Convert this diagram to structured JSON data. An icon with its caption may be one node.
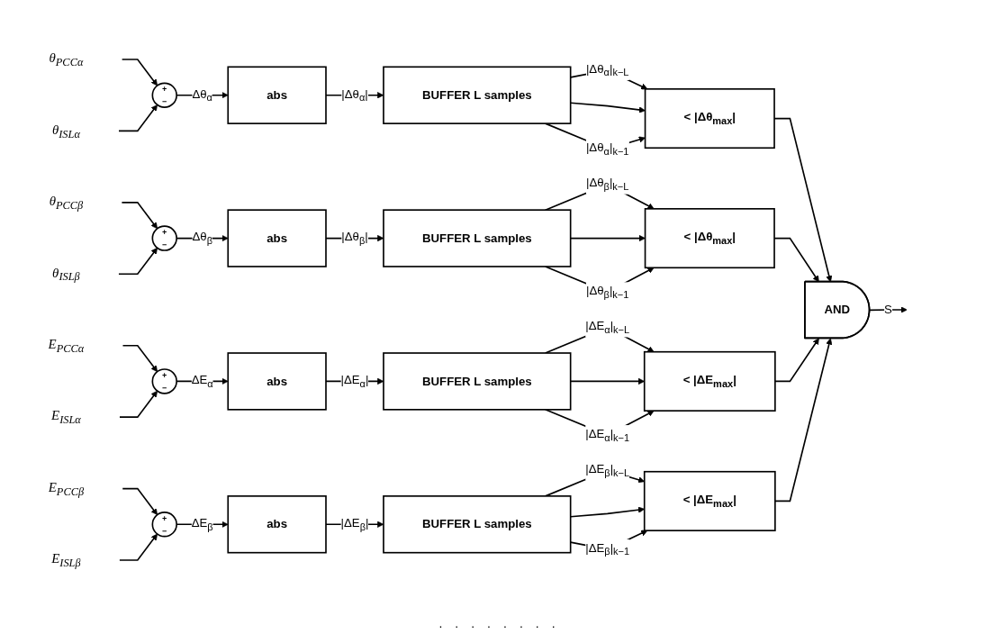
{
  "diagram": {
    "nodes": [
      {
        "text": [
          "θ$_{PCCα}$"
        ]
      },
      {
        "text": [
          "θ$_{ISLα}$"
        ]
      },
      {
        "text": [
          "+",
          "−"
        ]
      },
      {
        "text": [
          "abs"
        ]
      },
      {
        "text": [
          "BUFFER L samples"
        ]
      },
      {
        "text": [
          "< |Δθ$_{max}$|"
        ]
      },
      {
        "text": [
          "θ$_{PCCβ}$"
        ]
      },
      {
        "text": [
          "θ$_{ISLβ}$"
        ]
      },
      {
        "text": [
          "+",
          "−"
        ]
      },
      {
        "text": [
          "abs"
        ]
      },
      {
        "text": [
          "BUFFER L samples"
        ]
      },
      {
        "text": [
          "< |Δθ$_{max}$|"
        ]
      },
      {
        "text": [
          "E$_{PCCα}$"
        ]
      },
      {
        "text": [
          "E$_{ISLα}$"
        ]
      },
      {
        "text": [
          "+",
          "−"
        ]
      },
      {
        "text": [
          "abs"
        ]
      },
      {
        "text": [
          "BUFFER L samples"
        ]
      },
      {
        "text": [
          "< |ΔE$_{max}$|"
        ]
      },
      {
        "text": [
          "E$_{PCCβ}$"
        ]
      },
      {
        "text": [
          "E$_{ISLβ}$"
        ]
      },
      {
        "text": [
          "+",
          "−"
        ]
      },
      {
        "text": [
          "abs"
        ]
      },
      {
        "text": [
          "BUFFER L samples"
        ]
      },
      {
        "text": [
          "< |ΔE$_{max}$|"
        ]
      },
      {
        "text": [
          "AND"
        ]
      }
    ],
    "edges": [
      {
        "from": 0,
        "to": 2,
        "arrow": "to"
      },
      {
        "from": 1,
        "to": 2,
        "arrow": "to"
      },
      {
        "from": 2,
        "to": 3,
        "arrow": "to",
        "label": "Δθ$_{α}$"
      },
      {
        "from": 3,
        "to": 4,
        "arrow": "to",
        "label": "|Δθ$_{α}$|"
      },
      {
        "from": 4,
        "to": 5,
        "arrow": "to",
        "label": "|Δθ$_{α}$|$_{k−L}$"
      },
      {
        "from": 4,
        "to": 5,
        "arrow": "to"
      },
      {
        "from": 4,
        "to": 5,
        "arrow": "to",
        "label": "|Δθ$_{α}$|$_{k−1}$"
      },
      {
        "from": 5,
        "to": 24,
        "arrow": "to"
      },
      {
        "from": 6,
        "to": 8,
        "arrow": "to"
      },
      {
        "from": 7,
        "to": 8,
        "arrow": "to"
      },
      {
        "from": 8,
        "to": 9,
        "arrow": "to",
        "label": "Δθ$_{β}$"
      },
      {
        "from": 9,
        "to": 10,
        "arrow": "to",
        "label": "|Δθ$_{β}$|"
      },
      {
        "from": 10,
        "to": 11,
        "arrow": "to",
        "label": "|Δθ$_{β}$|$_{k−L}$"
      },
      {
        "from": 10,
        "to": 11,
        "arrow": "to"
      },
      {
        "from": 10,
        "to": 11,
        "arrow": "to",
        "label": "|Δθ$_{β}$|$_{k−1}$"
      },
      {
        "from": 11,
        "to": 24,
        "arrow": "to"
      },
      {
        "from": 12,
        "to": 14,
        "arrow": "to"
      },
      {
        "from": 13,
        "to": 14,
        "arrow": "to"
      },
      {
        "from": 14,
        "to": 15,
        "arrow": "to",
        "label": "ΔE$_{α}$"
      },
      {
        "from": 15,
        "to": 16,
        "arrow": "to",
        "label": "|ΔE$_{α}$|"
      },
      {
        "from": 16,
        "to": 17,
        "arrow": "to",
        "label": "|ΔE$_{α}$|$_{k−L}$"
      },
      {
        "from": 16,
        "to": 17,
        "arrow": "to"
      },
      {
        "from": 16,
        "to": 17,
        "arrow": "to",
        "label": "|ΔE$_{α}$|$_{k−1}$"
      },
      {
        "from": 17,
        "to": 24,
        "arrow": "to"
      },
      {
        "from": 18,
        "to": 20,
        "arrow": "to"
      },
      {
        "from": 19,
        "to": 20,
        "arrow": "to"
      },
      {
        "from": 20,
        "to": 21,
        "arrow": "to",
        "label": "ΔE$_{β}$"
      },
      {
        "from": 21,
        "to": 22,
        "arrow": "to",
        "label": "|ΔE$_{β}$|"
      },
      {
        "from": 22,
        "to": 23,
        "arrow": "to",
        "label": "|ΔE$_{β}$|$_{k−L}$"
      },
      {
        "from": 22,
        "to": 23,
        "arrow": "to"
      },
      {
        "from": 22,
        "to": 23,
        "arrow": "to",
        "label": "|ΔE$_{β}$|$_{k−1}$"
      },
      {
        "from": 23,
        "to": 24,
        "arrow": "to"
      },
      {
        "from": 24,
        "to": null,
        "arrow": "to",
        "label": "S"
      }
    ],
    "labels": [
      ".",
      ".",
      ".",
      ".",
      ".",
      ".",
      ".",
      "."
    ]
  }
}
